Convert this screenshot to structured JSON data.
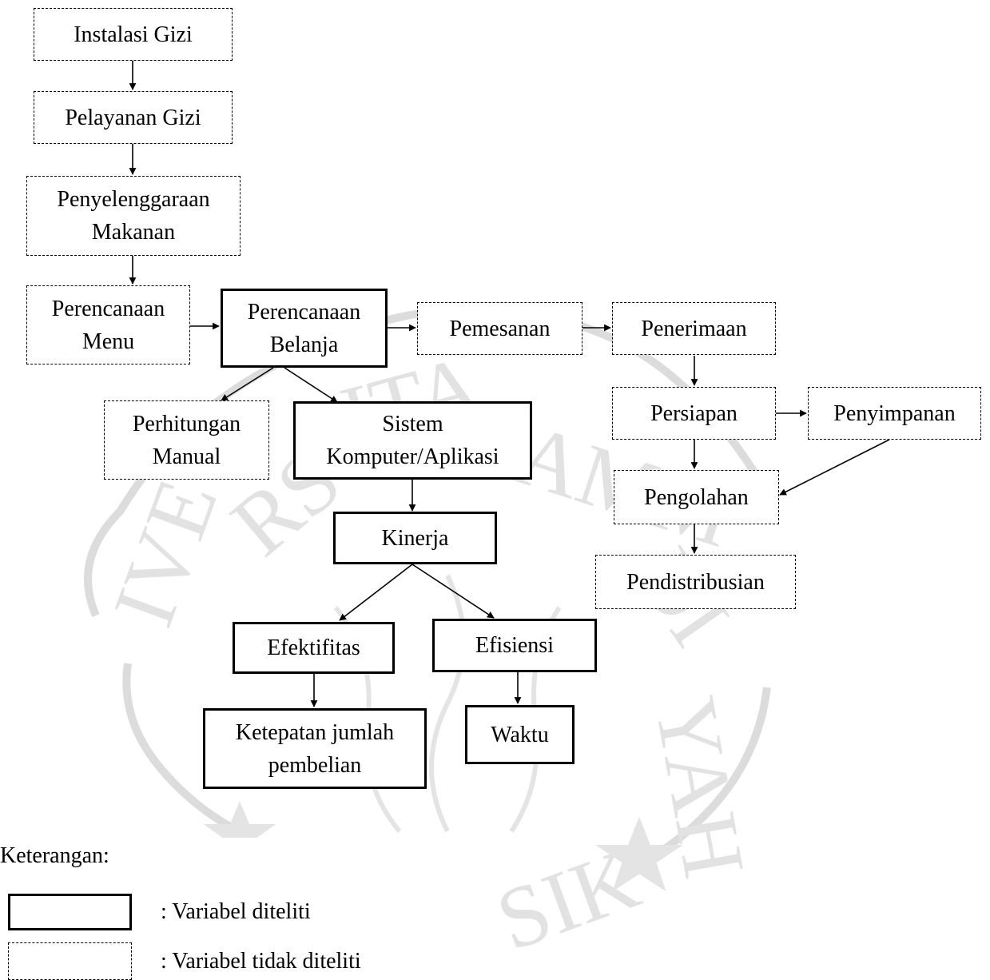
{
  "nodes": {
    "instalasi_gizi": "Instalasi Gizi",
    "pelayanan_gizi": "Pelayanan Gizi",
    "penyelenggaraan_makanan_1": "Penyelenggaraan",
    "penyelenggaraan_makanan_2": "Makanan",
    "perencanaan_menu_1": "Perencanaan",
    "perencanaan_menu_2": "Menu",
    "perencanaan_belanja_1": "Perencanaan",
    "perencanaan_belanja_2": "Belanja",
    "pemesanan": "Pemesanan",
    "penerimaan": "Penerimaan",
    "persiapan": "Persiapan",
    "penyimpanan": "Penyimpanan",
    "pengolahan": "Pengolahan",
    "pendistribusian": "Pendistribusian",
    "perhitungan_manual_1": "Perhitungan",
    "perhitungan_manual_2": "Manual",
    "sistem_komputer_1": "Sistem",
    "sistem_komputer_2": "Komputer/Aplikasi",
    "kinerja": "Kinerja",
    "efektifitas": "Efektifitas",
    "efisiensi": "Efisiensi",
    "ketepatan_1": "Ketepatan jumlah",
    "ketepatan_2": "pembelian",
    "waktu": "Waktu"
  },
  "legend": {
    "title": "Keterangan:",
    "solid_label": ": Variabel diteliti",
    "dashed_label": ": Variabel tidak diteliti"
  },
  "watermark": {
    "color": "#d9d9d9"
  }
}
